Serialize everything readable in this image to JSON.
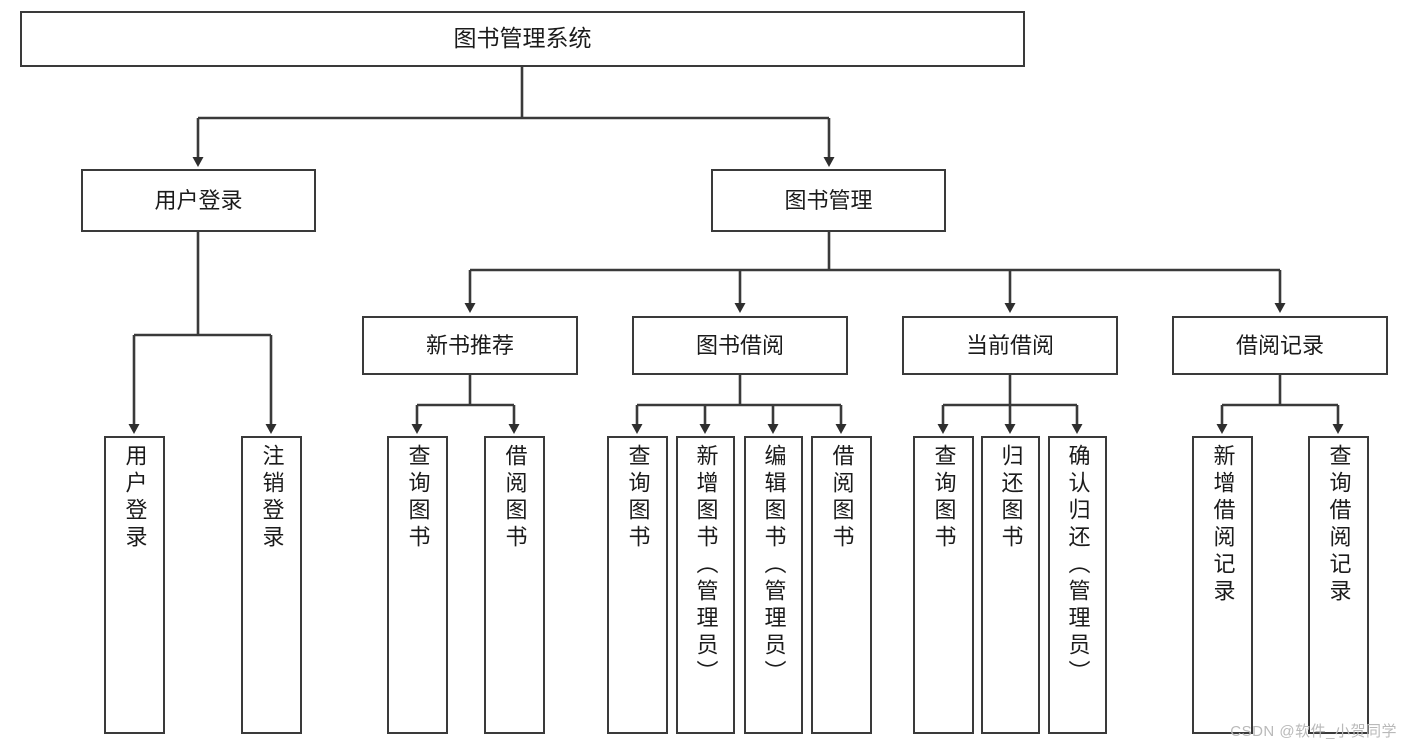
{
  "diagram": {
    "title": "图书管理系统",
    "type": "hierarchy-tree",
    "colors": {
      "box_border": "#3a3a3a",
      "box_fill": "#ffffff",
      "line": "#3a3a3a",
      "text": "#1b1b1b",
      "watermark": "#b9b9b9"
    },
    "levels": {
      "root": {
        "label": "图书管理系统"
      },
      "level1": [
        {
          "id": "user-login",
          "label": "用户登录"
        },
        {
          "id": "book-manage",
          "label": "图书管理"
        }
      ],
      "level2": [
        {
          "id": "new-book-rec",
          "label": "新书推荐",
          "parent": "book-manage"
        },
        {
          "id": "book-borrow",
          "label": "图书借阅",
          "parent": "book-manage"
        },
        {
          "id": "current-borrow",
          "label": "当前借阅",
          "parent": "book-manage"
        },
        {
          "id": "borrow-record",
          "label": "借阅记录",
          "parent": "book-manage"
        }
      ],
      "level3": [
        {
          "id": "leaf-user-login",
          "label": "用户登录",
          "parent": "user-login"
        },
        {
          "id": "leaf-logout",
          "label": "注销登录",
          "parent": "user-login"
        },
        {
          "id": "leaf-query-book-1",
          "label": "查询图书",
          "parent": "new-book-rec"
        },
        {
          "id": "leaf-borrow-book-1",
          "label": "借阅图书",
          "parent": "new-book-rec"
        },
        {
          "id": "leaf-query-book-2",
          "label": "查询图书",
          "parent": "book-borrow"
        },
        {
          "id": "leaf-add-book",
          "label": "新增图书（管理员）",
          "parent": "book-borrow"
        },
        {
          "id": "leaf-edit-book",
          "label": "编辑图书（管理员）",
          "parent": "book-borrow"
        },
        {
          "id": "leaf-borrow-book-2",
          "label": "借阅图书",
          "parent": "book-borrow"
        },
        {
          "id": "leaf-query-book-3",
          "label": "查询图书",
          "parent": "current-borrow"
        },
        {
          "id": "leaf-return-book",
          "label": "归还图书",
          "parent": "current-borrow"
        },
        {
          "id": "leaf-confirm-return",
          "label": "确认归还（管理员）",
          "parent": "current-borrow"
        },
        {
          "id": "leaf-add-record",
          "label": "新增借阅记录",
          "parent": "borrow-record"
        },
        {
          "id": "leaf-query-record",
          "label": "查询借阅记录",
          "parent": "borrow-record"
        }
      ]
    }
  },
  "watermark": {
    "text": "CSDN @软件_小贺同学"
  }
}
